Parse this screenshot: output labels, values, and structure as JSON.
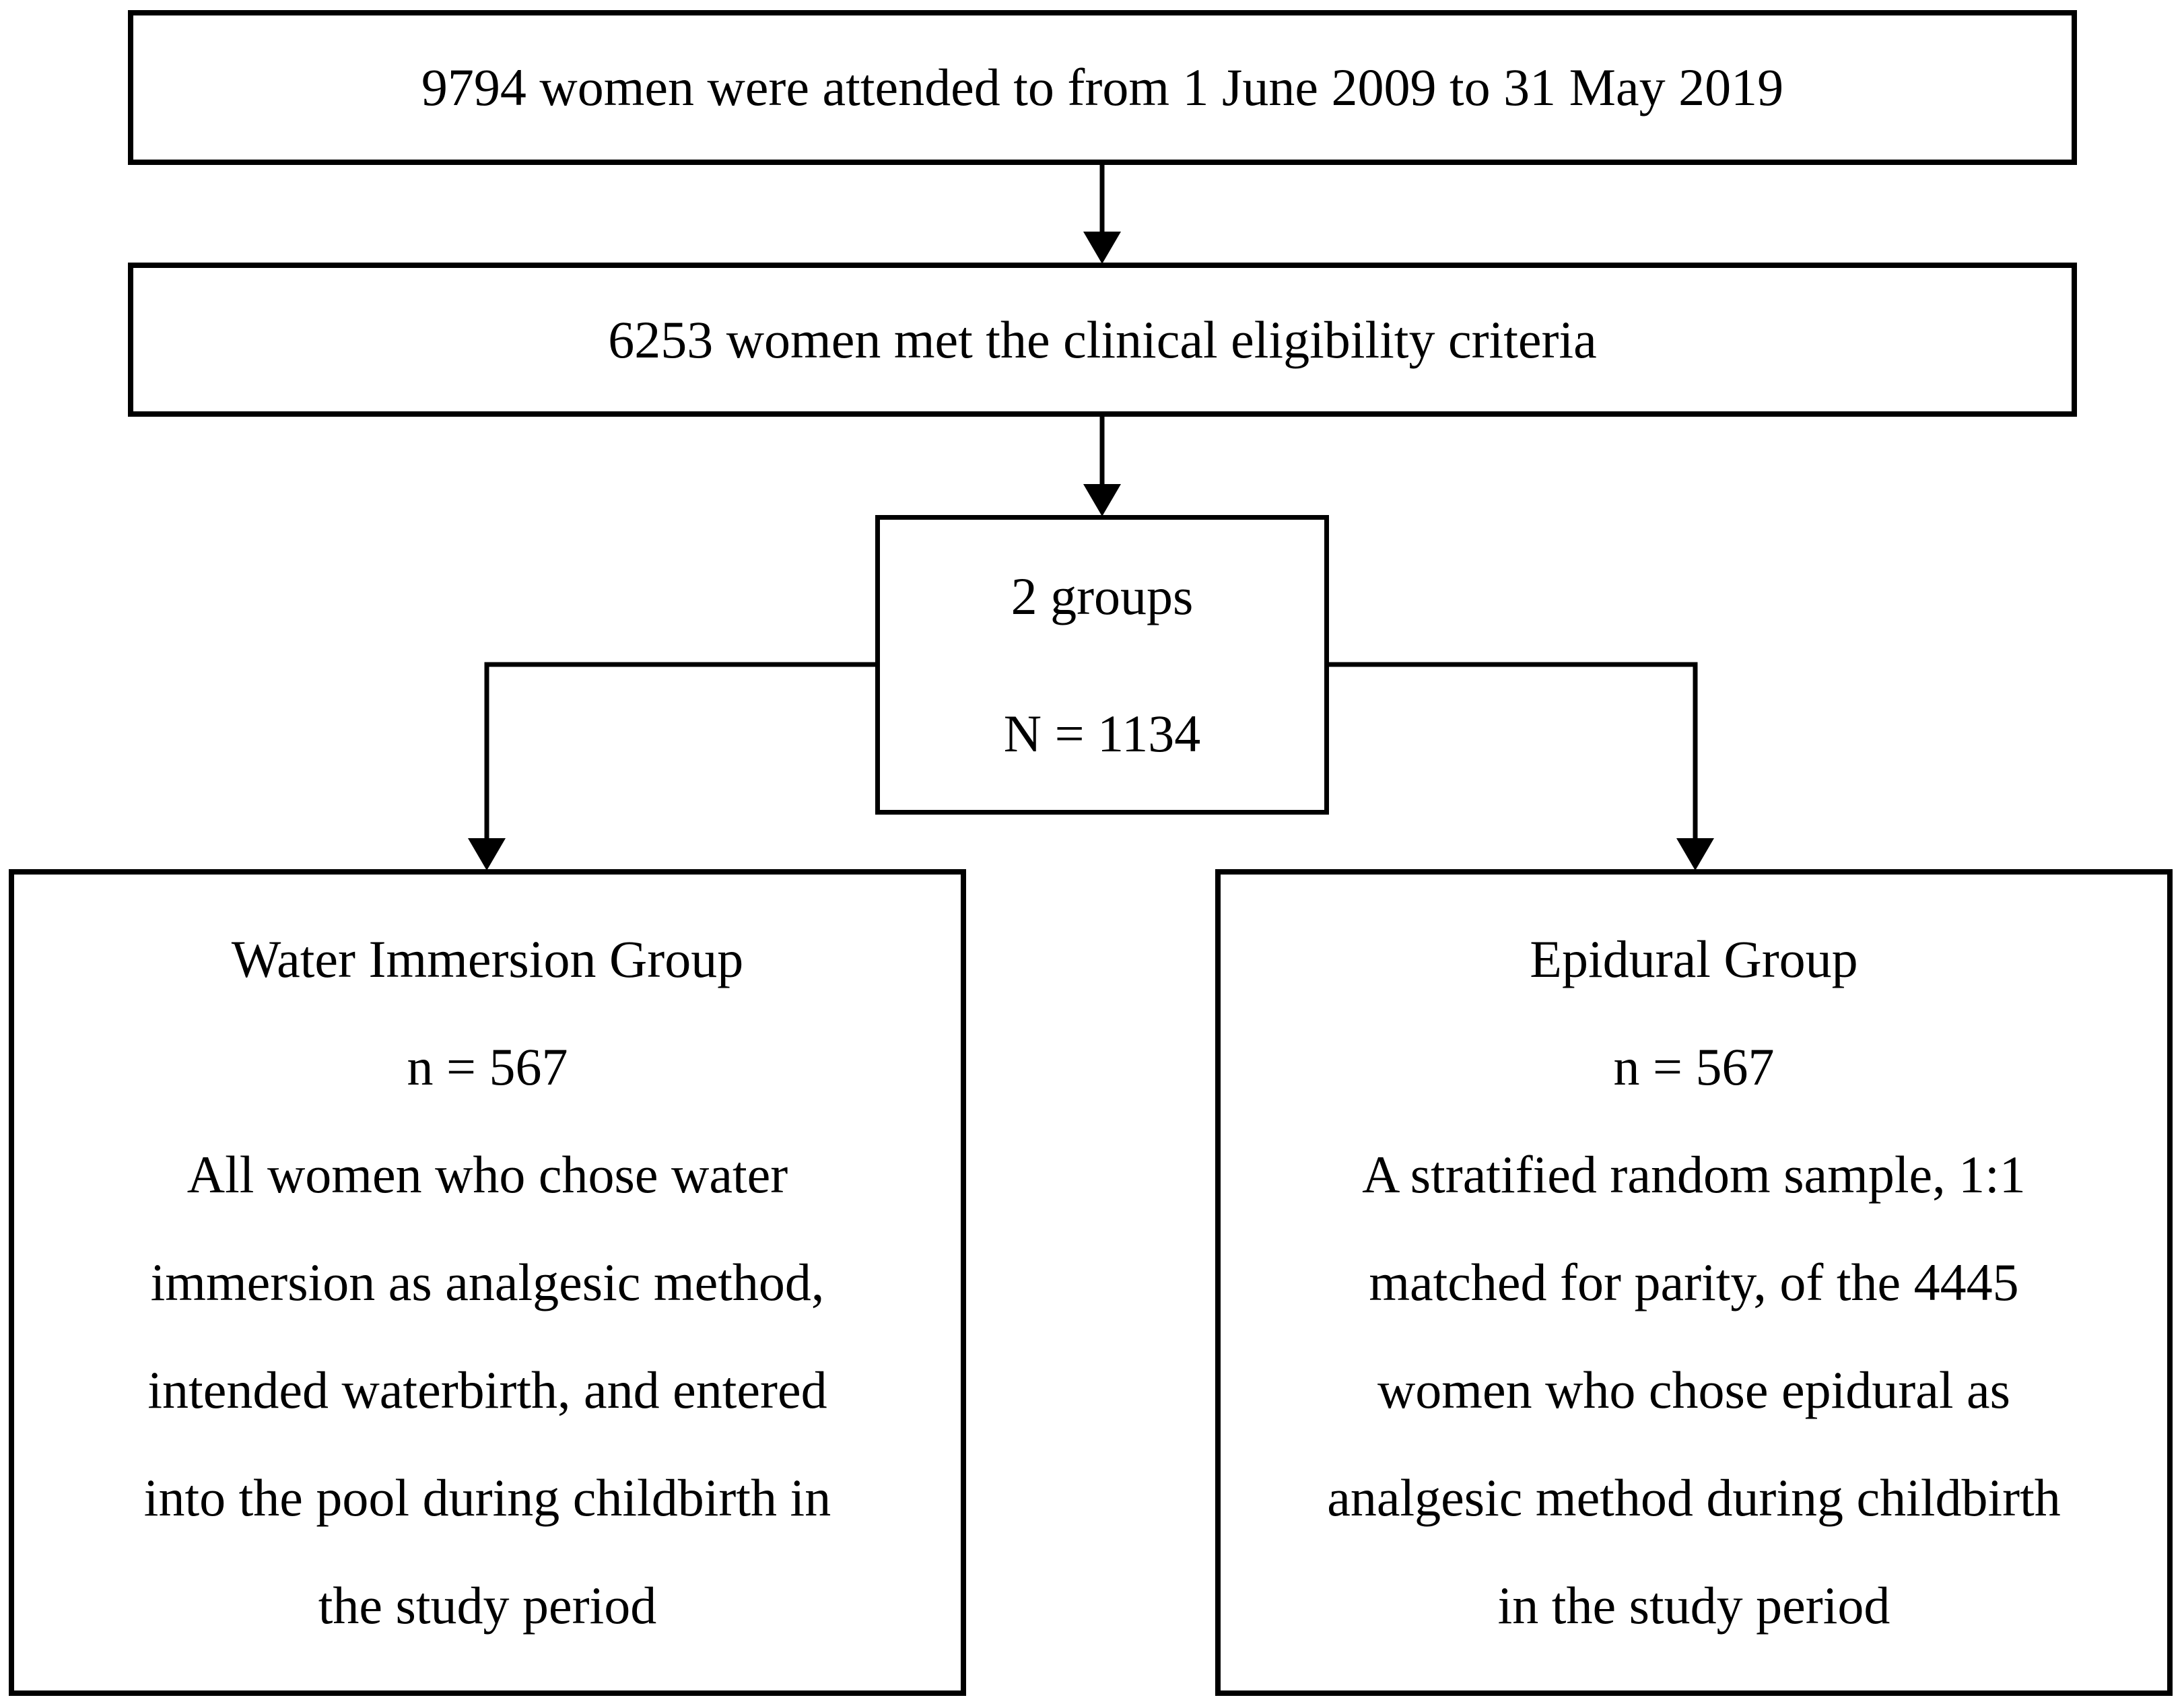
{
  "diagram": {
    "background_color": "#ffffff",
    "line_color": "#000000",
    "text_color": "#000000",
    "boxes": {
      "attended": {
        "text": "9794 women were attended to from 1 June 2009 to 31 May 2019"
      },
      "eligibility": {
        "text": "6253 women met the clinical eligibility criteria"
      },
      "groups": {
        "line1": "2 groups",
        "line2": "N = 1134"
      },
      "water": {
        "title": "Water Immersion Group",
        "n": "n = 567",
        "lines": [
          "All women who chose water",
          "immersion as analgesic method,",
          "intended waterbirth, and entered",
          "into the pool during childbirth in",
          "the study period"
        ]
      },
      "epidural": {
        "title": "Epidural Group",
        "n": "n = 567",
        "lines": [
          "A stratified random sample, 1:1",
          "matched for parity, of the 4445",
          "women who chose epidural as",
          "analgesic method during childbirth",
          "in the study period"
        ]
      }
    }
  }
}
